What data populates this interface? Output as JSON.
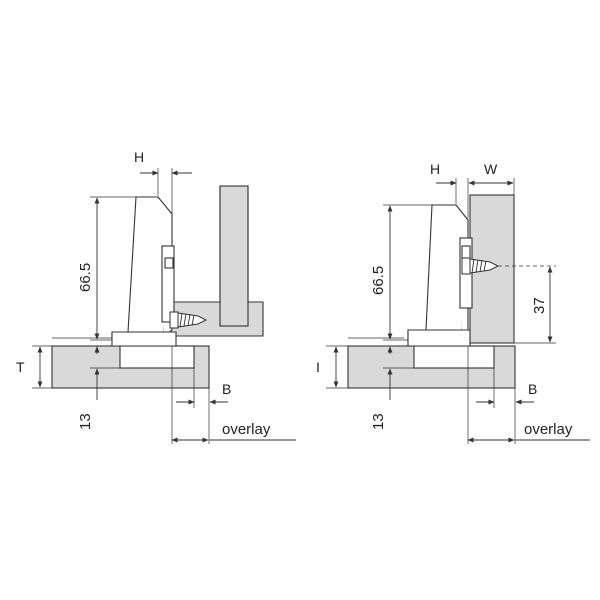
{
  "left_diagram": {
    "labels": {
      "H": "H",
      "height": "66.5",
      "T": "T",
      "depth": "13",
      "B": "B",
      "overlay": "overlay"
    }
  },
  "right_diagram": {
    "labels": {
      "H": "H",
      "W": "W",
      "height": "66.5",
      "T": "I",
      "depth": "13",
      "screw": "37",
      "B": "B",
      "overlay": "overlay"
    }
  },
  "colors": {
    "panel": "#d9d9d9",
    "line": "#333333"
  }
}
